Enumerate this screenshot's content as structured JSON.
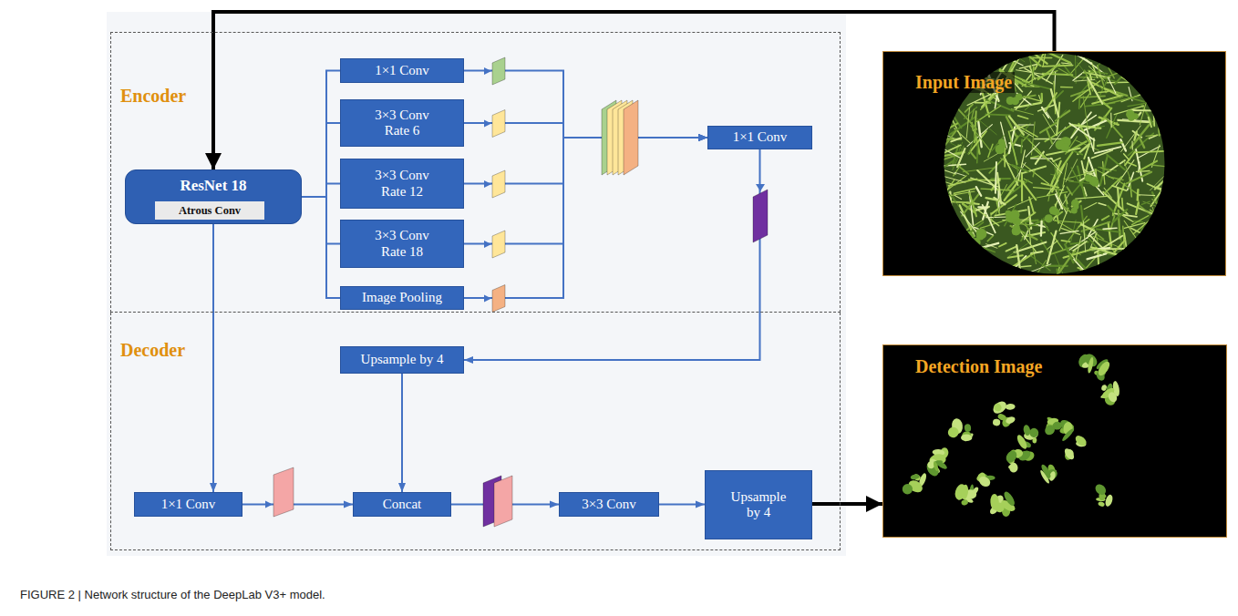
{
  "diagram": {
    "caption": "FIGURE 2 | Network structure of the DeepLab V3+ model.",
    "nodes": [
      {
        "text": [
          "Encoder"
        ]
      },
      {
        "text": [
          "ResNet 18"
        ],
        "in": 0
      },
      {
        "text": [
          "Atrous Conv"
        ],
        "in": 1
      },
      {
        "text": [
          "1×1 Conv"
        ],
        "in": 0
      },
      {
        "text": [
          "3×3 Conv Rate 6"
        ],
        "in": 0
      },
      {
        "text": [
          "3×3 Conv Rate 12"
        ],
        "in": 0
      },
      {
        "text": [
          "3×3 Conv Rate 18"
        ],
        "in": 0
      },
      {
        "text": [
          "Image Pooling"
        ],
        "in": 0
      },
      {
        "text": [
          "1×1 Conv"
        ],
        "in": 0
      },
      {
        "text": [
          "Decoder"
        ]
      },
      {
        "text": [
          "Upsample by 4"
        ],
        "in": 9
      },
      {
        "text": [
          "1×1 Conv"
        ],
        "in": 9
      },
      {
        "text": [
          "Concat"
        ],
        "in": 9
      },
      {
        "text": [
          "3×3 Conv"
        ],
        "in": 9
      },
      {
        "text": [
          "Upsample by 4"
        ],
        "in": 9
      },
      {
        "text": [
          "Input Image"
        ]
      },
      {
        "text": [
          "Detection Image"
        ]
      }
    ],
    "edges": [
      {
        "from": 15,
        "to": 1,
        "arrow": "to"
      },
      {
        "from": 1,
        "to": 3,
        "arrow": "none"
      },
      {
        "from": 1,
        "to": 4,
        "arrow": "none"
      },
      {
        "from": 1,
        "to": 5,
        "arrow": "none"
      },
      {
        "from": 1,
        "to": 6,
        "arrow": "none"
      },
      {
        "from": 1,
        "to": 7,
        "arrow": "none"
      },
      {
        "from": 3,
        "to": 8,
        "arrow": "to"
      },
      {
        "from": 4,
        "to": 8,
        "arrow": "to"
      },
      {
        "from": 5,
        "to": 8,
        "arrow": "to"
      },
      {
        "from": 6,
        "to": 8,
        "arrow": "to"
      },
      {
        "from": 7,
        "to": 8,
        "arrow": "to"
      },
      {
        "from": 8,
        "to": 10,
        "arrow": "to"
      },
      {
        "from": 1,
        "to": 11,
        "arrow": "to"
      },
      {
        "from": 10,
        "to": 12,
        "arrow": "to"
      },
      {
        "from": 11,
        "to": 12,
        "arrow": "to"
      },
      {
        "from": 12,
        "to": 13,
        "arrow": "to"
      },
      {
        "from": 13,
        "to": 14,
        "arrow": "to"
      },
      {
        "from": 14,
        "to": 16,
        "arrow": "to"
      }
    ]
  }
}
